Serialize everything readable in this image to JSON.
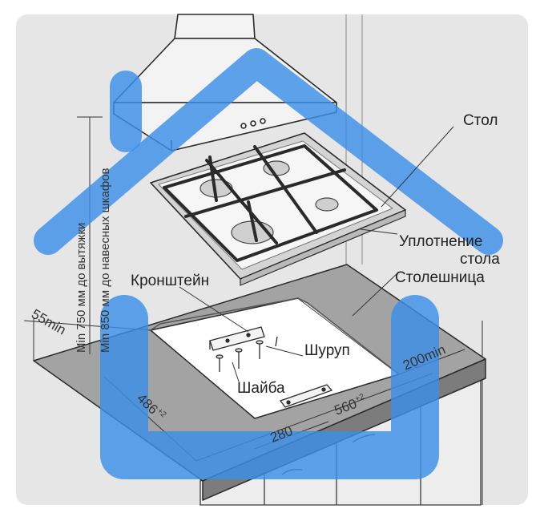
{
  "colors": {
    "panel_bg": "#e6e6e6",
    "house_logo": "#3b8fe8",
    "countertop": "#9a9a9a",
    "cabinet": "#ededed",
    "line": "#2a2a2a"
  },
  "labels": {
    "table": "Стол",
    "table_seal_line1": "Уплотнение",
    "table_seal_line2": "стола",
    "countertop": "Столешница",
    "bracket": "Кронштейн",
    "screw": "Шуруп",
    "washer": "Шайба",
    "min_hood": "Min 750 мм до вытяжки",
    "min_cabinets": "Min 850 мм до навесных шкафов"
  },
  "dimensions": {
    "edge_left": "55min",
    "edge_back": "200min",
    "depth": "486",
    "depth_tol": "+2",
    "half_width": "280",
    "width": "560",
    "width_tol": "+2"
  },
  "icons": [
    "house-logo-icon",
    "cooker-hood-icon",
    "gas-hob-icon",
    "burner-icon",
    "bracket-icon",
    "screw-icon",
    "washer-icon"
  ]
}
